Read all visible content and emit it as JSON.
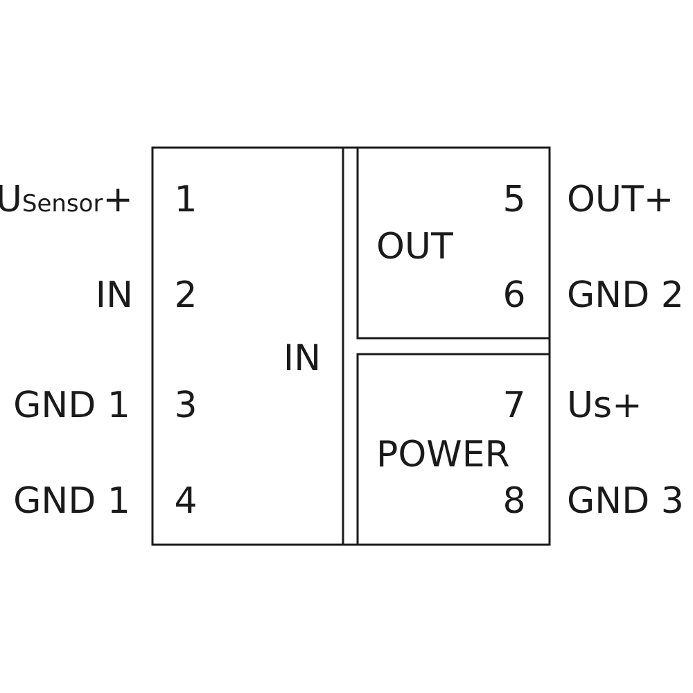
{
  "left_labels": {
    "pin1_main": "U",
    "pin1_sub": "Sensor",
    "pin1_suffix": "+",
    "pin2": "IN",
    "pin3": "GND 1",
    "pin4": "GND 1"
  },
  "right_labels": {
    "pin5": "OUT+",
    "pin6": "GND 2",
    "pin7": "Us+",
    "pin8": "GND 3"
  },
  "pin_numbers": {
    "p1": "1",
    "p2": "2",
    "p3": "3",
    "p4": "4",
    "p5": "5",
    "p6": "6",
    "p7": "7",
    "p8": "8"
  },
  "blocks": {
    "in": "IN",
    "out": "OUT",
    "power": "POWER"
  }
}
